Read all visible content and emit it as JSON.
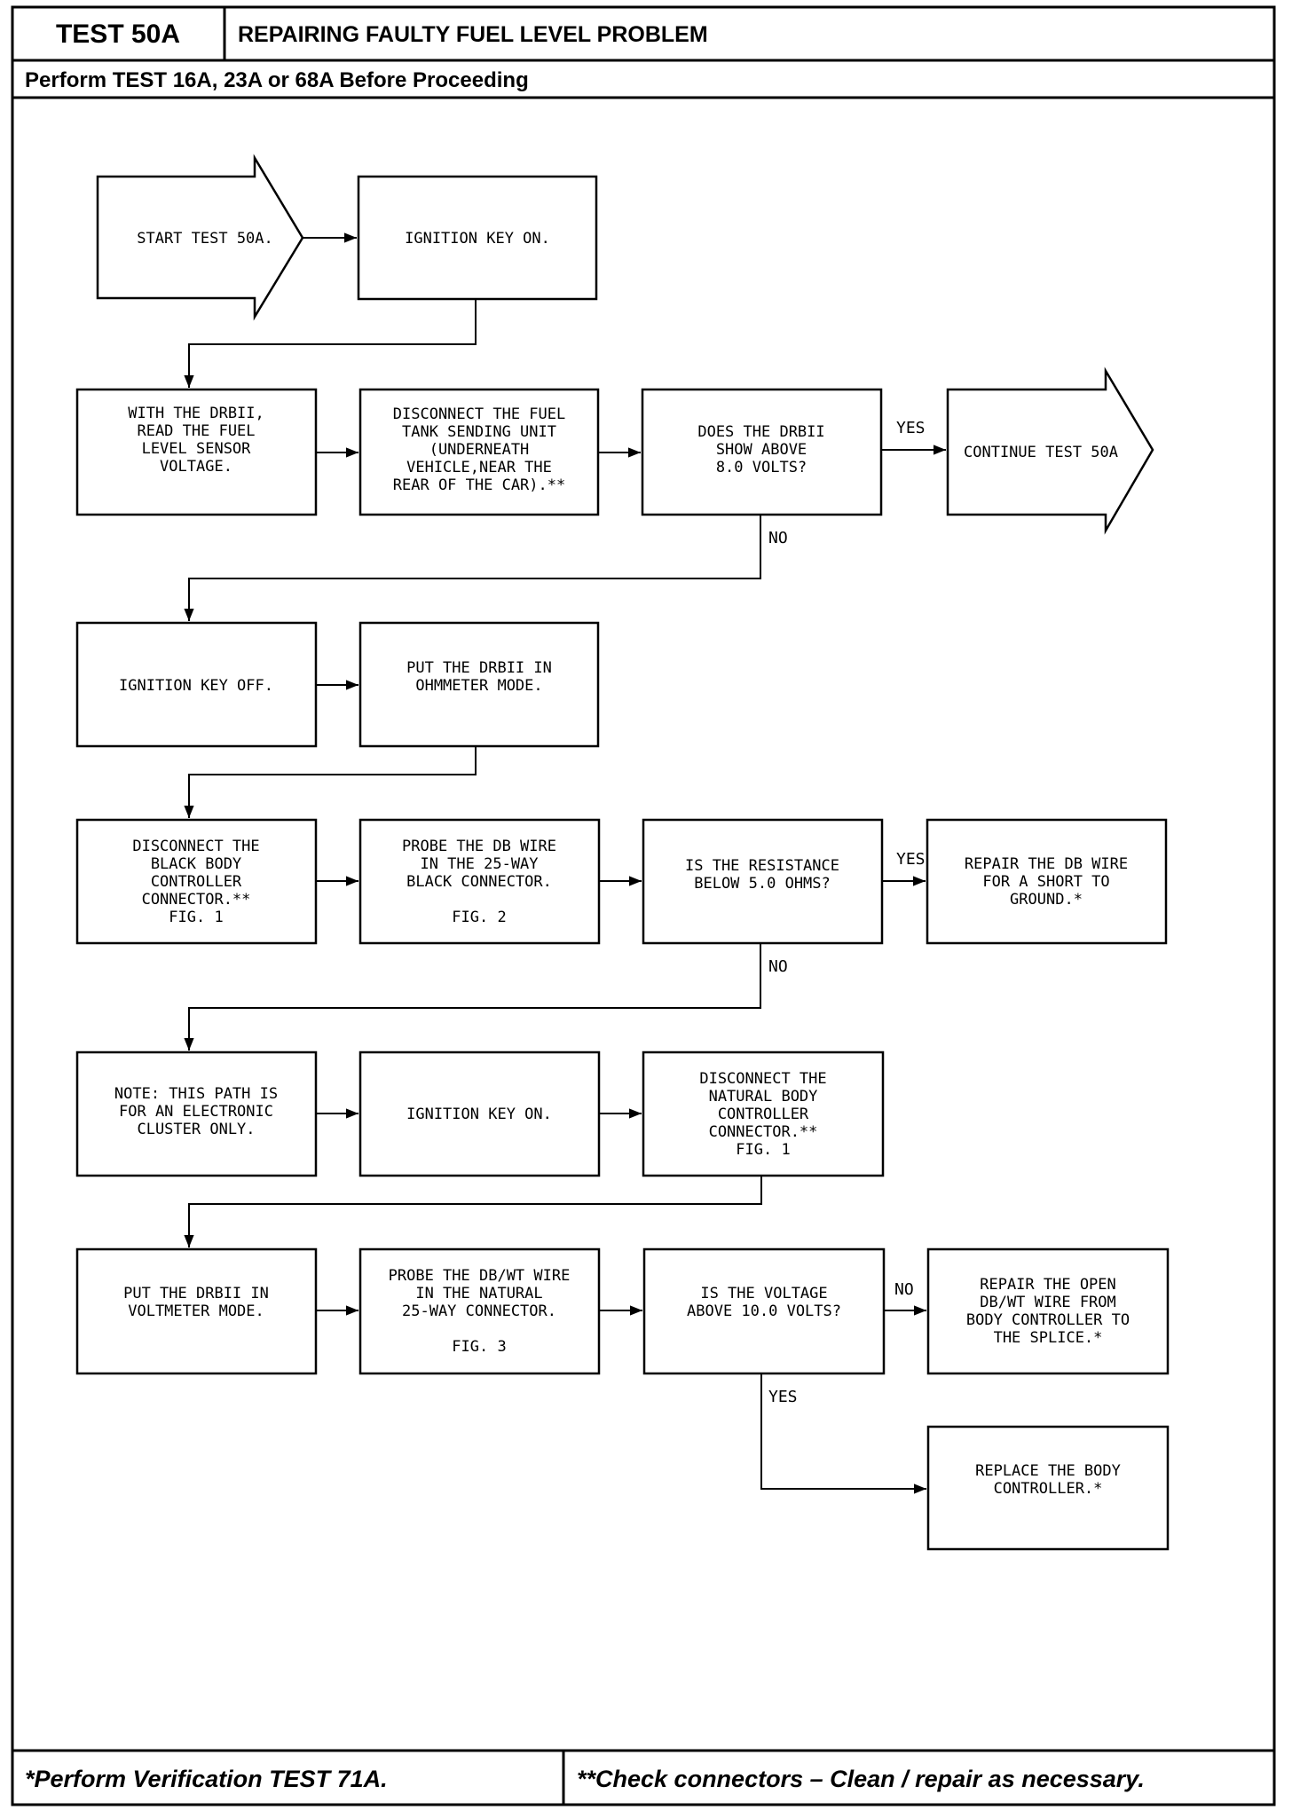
{
  "header": {
    "test_id": "TEST 50A",
    "title": "REPAIRING FAULTY FUEL LEVEL PROBLEM",
    "prerequisite": "Perform TEST 16A, 23A or 68A Before Proceeding"
  },
  "footer": {
    "left": "*Perform Verification TEST 71A.",
    "right": "**Check connectors – Clean / repair as necessary."
  },
  "flowchart": {
    "start": {
      "lines": [
        "START TEST 50A."
      ]
    },
    "key_on_1": {
      "lines": [
        "IGNITION KEY ON."
      ]
    },
    "read_sensor": {
      "lines": [
        "WITH THE DRBII,",
        "READ THE FUEL",
        "LEVEL SENSOR",
        "VOLTAGE."
      ]
    },
    "disconnect_tank": {
      "lines": [
        "DISCONNECT THE FUEL",
        "TANK SENDING UNIT",
        "(UNDERNEATH",
        "VEHICLE,NEAR THE",
        "REAR OF THE CAR).**"
      ]
    },
    "q_above_8": {
      "lines": [
        "DOES THE DRBII",
        "SHOW ABOVE",
        "8.0 VOLTS?"
      ]
    },
    "continue": {
      "lines": [
        "CONTINUE TEST 50A"
      ]
    },
    "key_off": {
      "lines": [
        "IGNITION KEY OFF."
      ]
    },
    "ohm_mode": {
      "lines": [
        "PUT THE DRBII IN",
        "OHMMETER MODE."
      ]
    },
    "disc_black": {
      "lines": [
        "DISCONNECT THE",
        "BLACK BODY",
        "CONTROLLER",
        "CONNECTOR.**",
        "FIG. 1"
      ]
    },
    "probe_db": {
      "lines": [
        "PROBE THE DB WIRE",
        "IN THE 25-WAY",
        "BLACK CONNECTOR.",
        "",
        "FIG. 2"
      ]
    },
    "q_resist": {
      "lines": [
        "IS THE RESISTANCE",
        "BELOW 5.0 OHMS?"
      ]
    },
    "repair_short": {
      "lines": [
        "REPAIR THE DB WIRE",
        "FOR A SHORT TO",
        "GROUND.*"
      ]
    },
    "note_cluster": {
      "lines": [
        "NOTE: THIS PATH IS",
        "FOR AN ELECTRONIC",
        "CLUSTER ONLY."
      ]
    },
    "key_on_2": {
      "lines": [
        "IGNITION KEY ON."
      ]
    },
    "disc_natural": {
      "lines": [
        "DISCONNECT THE",
        "NATURAL BODY",
        "CONTROLLER",
        "CONNECTOR.**",
        "FIG. 1"
      ]
    },
    "volt_mode": {
      "lines": [
        "PUT THE DRBII IN",
        "VOLTMETER MODE."
      ]
    },
    "probe_dbwt": {
      "lines": [
        "PROBE THE DB/WT WIRE",
        "IN THE NATURAL",
        "25-WAY CONNECTOR.",
        "",
        "FIG. 3"
      ]
    },
    "q_voltage": {
      "lines": [
        "IS THE VOLTAGE",
        "ABOVE 10.0 VOLTS?"
      ]
    },
    "repair_open": {
      "lines": [
        "REPAIR THE OPEN",
        "DB/WT WIRE FROM",
        "BODY CONTROLLER TO",
        "THE SPLICE.*"
      ]
    },
    "replace_bc": {
      "lines": [
        "REPLACE THE BODY",
        "CONTROLLER.*"
      ]
    },
    "labels": {
      "yes_1": "YES",
      "no_1": "NO",
      "yes_2": "YES",
      "no_2": "NO",
      "no_3": "NO",
      "yes_3": "YES"
    }
  }
}
